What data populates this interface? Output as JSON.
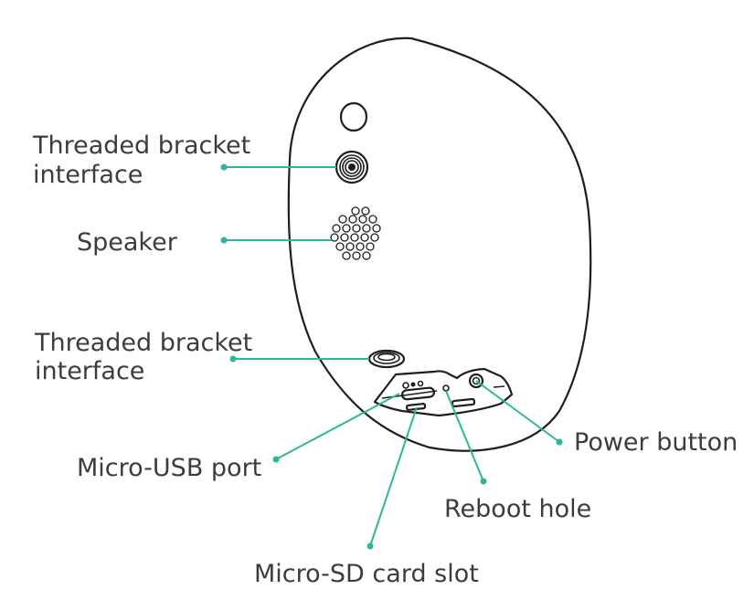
{
  "labels": {
    "threaded_bracket_top_line1": "Threaded bracket",
    "threaded_bracket_top_line2": "interface",
    "speaker": "Speaker",
    "threaded_bracket_bottom_line1": "Threaded bracket",
    "threaded_bracket_bottom_line2": "interface",
    "micro_usb_port": "Micro-USB port",
    "micro_sd_card_slot": "Micro-SD card slot",
    "reboot_hole": "Reboot hole",
    "power_button": "Power button"
  },
  "colors": {
    "leader": "#2bb89a",
    "outline": "#1e1e1e",
    "label_text": "#3c3c3c"
  }
}
